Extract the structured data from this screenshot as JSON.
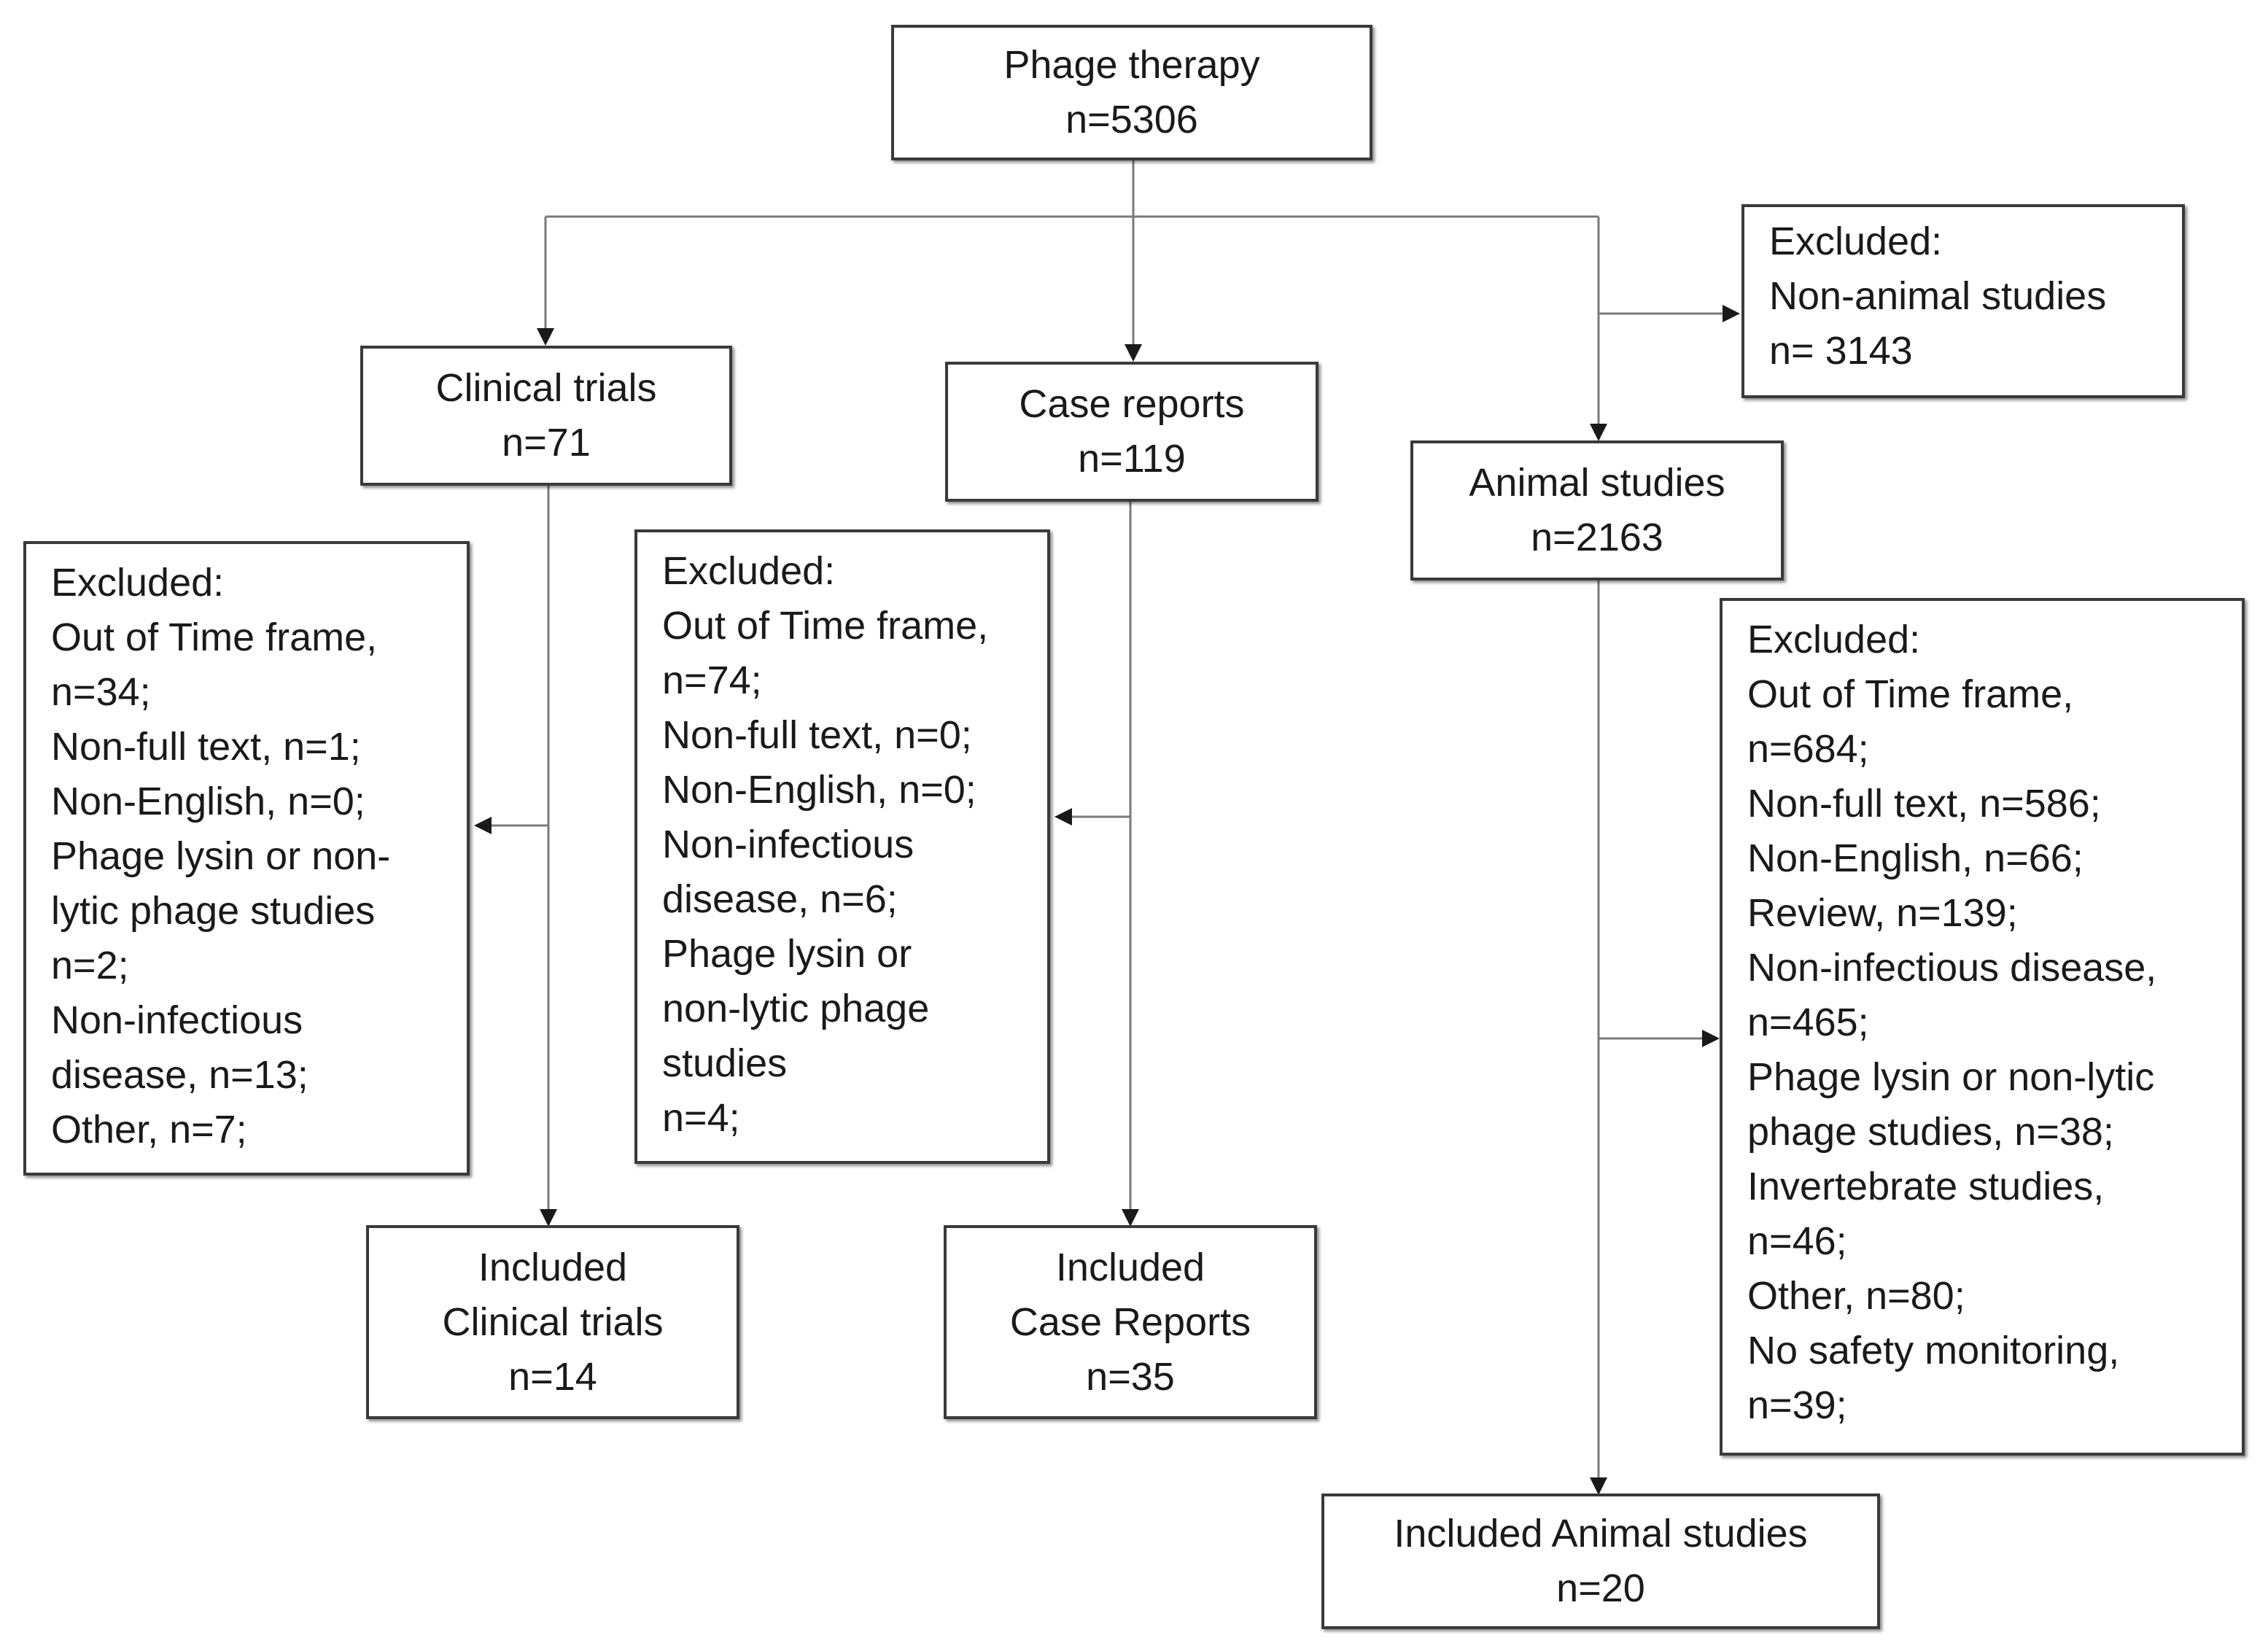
{
  "root": {
    "title": "Phage therapy",
    "count": "n=5306"
  },
  "clinical": {
    "title": "Clinical trials",
    "count": "n=71",
    "excluded": [
      "Excluded:",
      "Out of Time frame,",
      "n=34;",
      "Non-full text, n=1;",
      "Non-English, n=0;",
      "Phage lysin or non-",
      "lytic phage studies",
      "n=2;",
      "Non-infectious",
      "disease, n=13;",
      "Other, n=7;"
    ],
    "included": [
      "Included",
      "Clinical trials",
      "n=14"
    ]
  },
  "case": {
    "title": "Case reports",
    "count": "n=119",
    "excluded": [
      "Excluded:",
      "Out of Time frame,",
      "n=74;",
      "Non-full text, n=0;",
      "Non-English, n=0;",
      "Non-infectious",
      "disease, n=6;",
      "Phage lysin or",
      "non-lytic phage",
      "studies",
      "n=4;"
    ],
    "included": [
      "Included",
      "Case Reports",
      "n=35"
    ]
  },
  "animal": {
    "pre_excluded": [
      "Excluded:",
      "Non-animal studies",
      "n= 3143"
    ],
    "title": "Animal studies",
    "count": "n=2163",
    "excluded": [
      "Excluded:",
      "Out of Time frame,",
      "n=684;",
      "Non-full text, n=586;",
      "Non-English, n=66;",
      "Review, n=139;",
      "Non-infectious disease,",
      "n=465;",
      "Phage lysin or non-lytic",
      "phage studies, n=38;",
      "Invertebrate studies,",
      "n=46;",
      "Other, n=80;",
      "No safety monitoring,",
      "n=39;"
    ],
    "included": [
      "Included Animal studies",
      "n=20"
    ]
  }
}
